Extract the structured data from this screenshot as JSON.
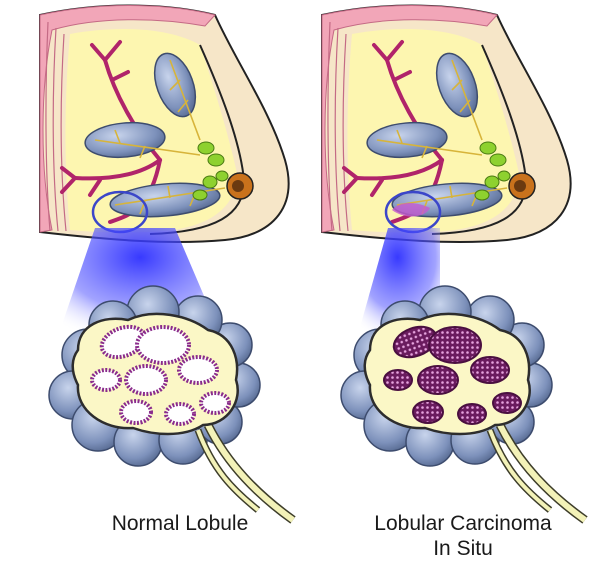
{
  "labels": {
    "normal": "Normal Lobule",
    "lcis_line1": "Lobular Carcinoma",
    "lcis_line2": "In Situ"
  },
  "colors": {
    "skin": "#f6e6c8",
    "fat": "#fdf6b0",
    "skin_layers": "#f2a6b8",
    "duct": "#b0246a",
    "lobule": "#8fa3c8",
    "gland_green": "#8ed12f",
    "nipple": "#c9721c",
    "highlight_circle": "#3b46c9",
    "beam": "#3a3cff",
    "normal_cell_lining": "#8a2c8c",
    "lcis_cells": "#6b1a5e",
    "stalk": "#f3f2b8"
  },
  "icons": [
    "breast-cross-section-normal",
    "breast-cross-section-lcis",
    "magnified-lobule-normal",
    "magnified-lobule-lcis"
  ]
}
